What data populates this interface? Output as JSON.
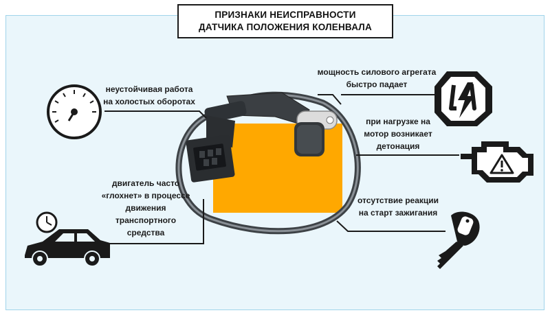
{
  "title": {
    "line1": "ПРИЗНАКИ НЕИСПРАВНОСТИ",
    "line2": "ДАТЧИКА ПОЛОЖЕНИЯ КОЛЕНВАЛА"
  },
  "symptoms": {
    "idle": {
      "lines": [
        "неустойчивая работа",
        "на холостых оборотах"
      ],
      "icon": "tachometer-gauge-icon"
    },
    "power": {
      "lines": [
        "мощность силового агрегата",
        "быстро падает"
      ],
      "icon": "power-drop-lightning-icon"
    },
    "detonation": {
      "lines": [
        "при нагрузке на",
        "мотор возникает",
        "детонация"
      ],
      "icon": "check-engine-icon"
    },
    "dips": {
      "lines": [
        "двигатель часто",
        "«глохнет» в процессе",
        "движения",
        "транспортного",
        "средства"
      ],
      "icon": "car-with-clock-icon"
    },
    "start": {
      "lines": [
        "отсутствие реакции",
        "на старт зажигания"
      ],
      "icon": "ignition-key-icon"
    }
  },
  "colors": {
    "accent_box": "#ffa800",
    "panel": "#eaf6fb",
    "line": "#1a1a1a",
    "cable": "#555a5e"
  }
}
